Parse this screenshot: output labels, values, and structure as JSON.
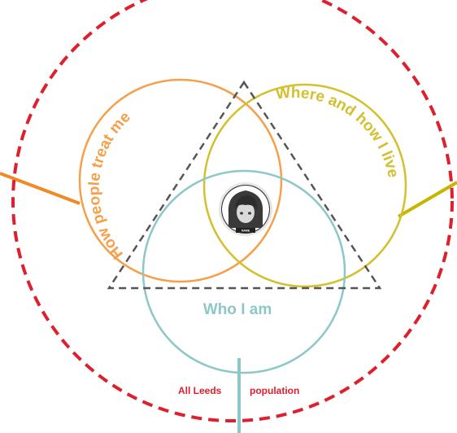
{
  "diagram": {
    "circles": {
      "how_people_treat_me": {
        "label": "How people treat me",
        "color": "#f5a04a",
        "connector_color": "#f08a24"
      },
      "where_and_how_i_live": {
        "label": "Where and how I live",
        "color": "#d4c02e",
        "connector_color": "#c9b400"
      },
      "who_i_am": {
        "label": "Who I am",
        "color": "#8dc7c7",
        "connector_color": "#8dc7c7"
      }
    },
    "population": {
      "word1": "All Leeds",
      "word2": "population",
      "color": "#dd1f2e"
    },
    "triangle_color": "#555555",
    "center_avatar": {
      "badge": "NAME"
    }
  }
}
